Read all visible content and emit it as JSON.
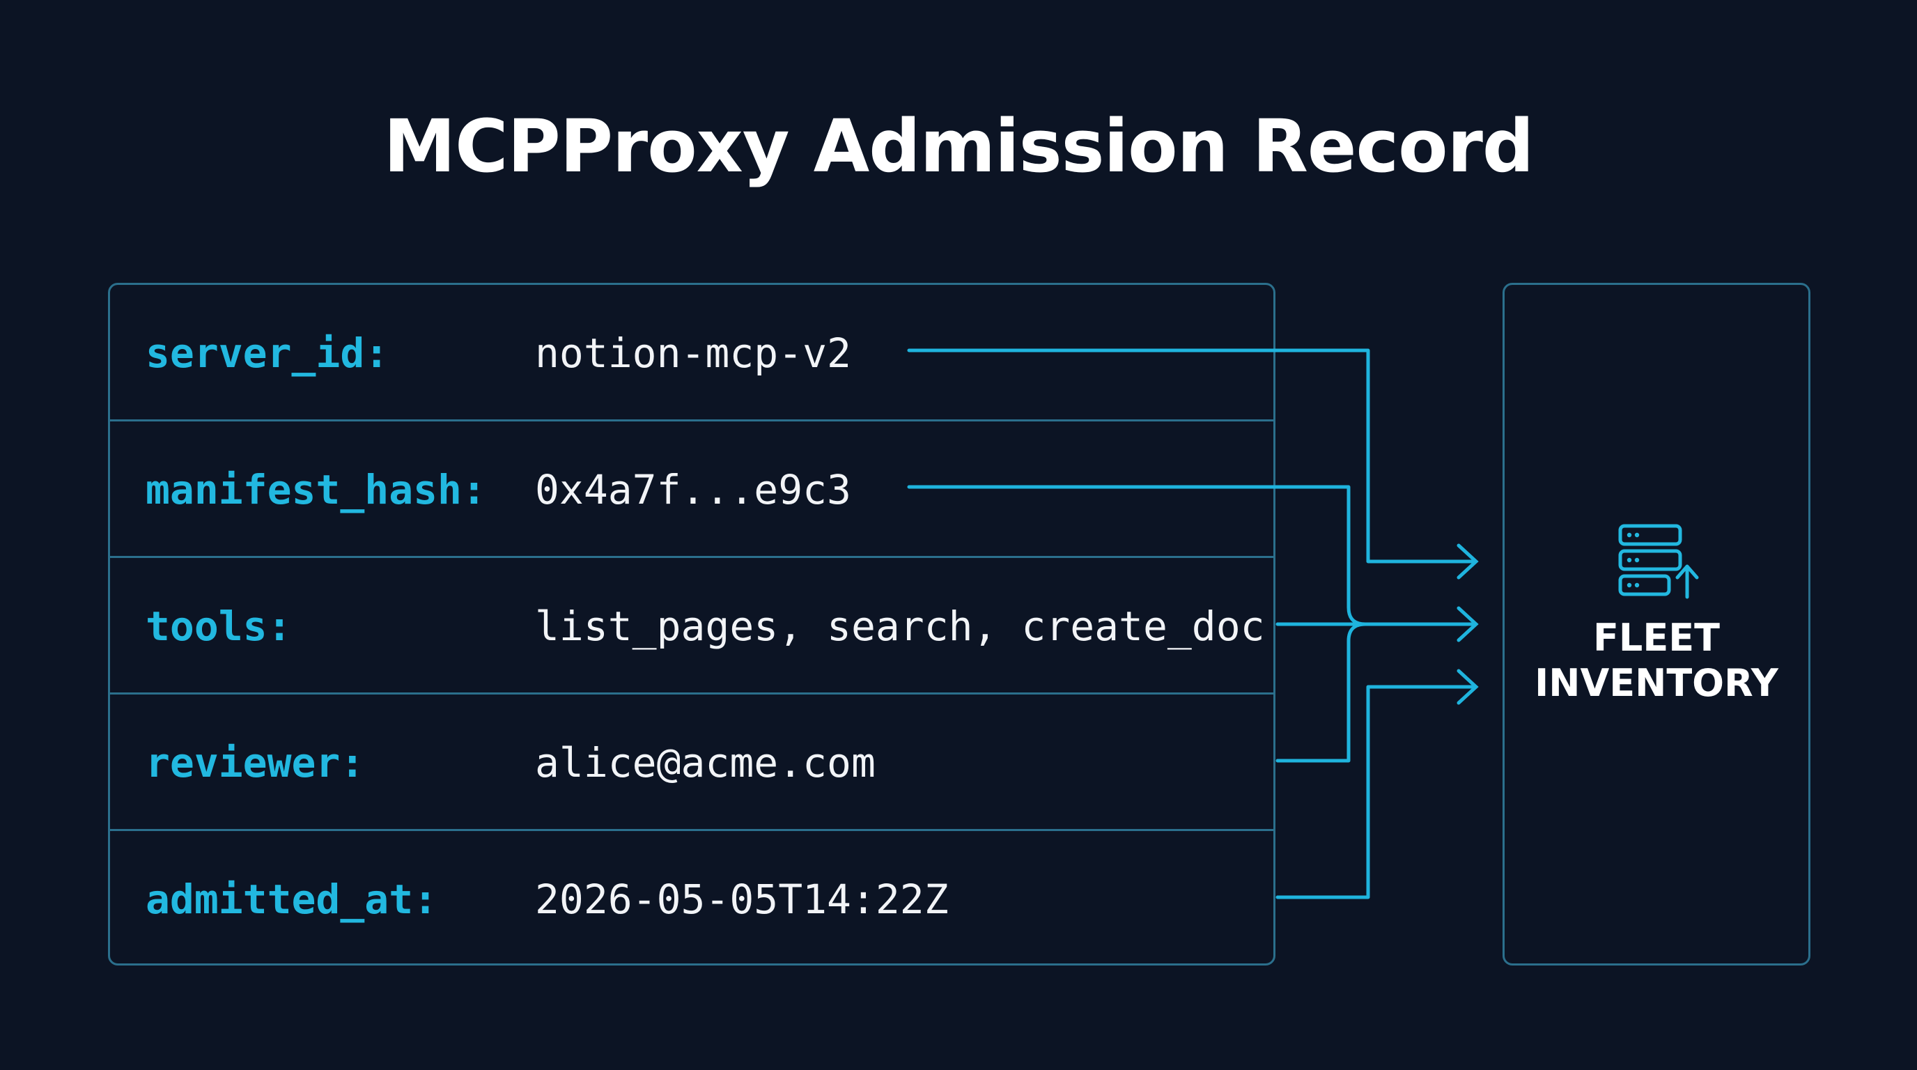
{
  "title": "MCPProxy Admission Record",
  "record": {
    "rows": [
      {
        "key": "server_id:",
        "value": "notion-mcp-v2"
      },
      {
        "key": "manifest_hash:",
        "value": "0x4a7f...e9c3"
      },
      {
        "key": "tools:",
        "value": "list_pages, search, create_doc"
      },
      {
        "key": "reviewer:",
        "value": "alice@acme.com"
      },
      {
        "key": "admitted_at:",
        "value": "2026-05-05T14:22Z"
      }
    ]
  },
  "fleet_inventory": {
    "label_line1": "FLEET",
    "label_line2": "INVENTORY",
    "icon": "server-stack-upload-icon"
  },
  "colors": {
    "background": "#0c1424",
    "key_text": "#22b8e0",
    "value_text": "#f2f4f7",
    "border": "#2b6f8c",
    "connector": "#1fb4de"
  }
}
